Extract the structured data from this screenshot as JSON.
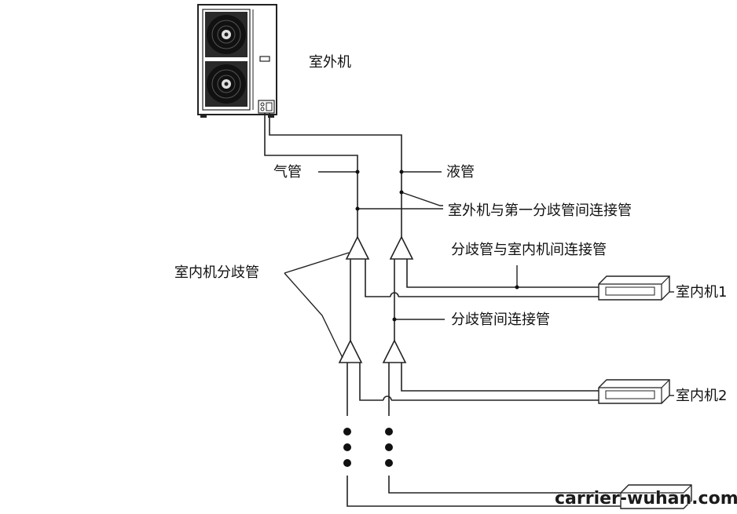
{
  "labels": {
    "outdoor_unit": "室外机",
    "gas_pipe": "气管",
    "liquid_pipe": "液管",
    "outdoor_to_first_branch": "室外机与第一分歧管间连接管",
    "branch_to_indoor": "分歧管与室内机间连接管",
    "indoor_branch_pipe": "室内机分歧管",
    "between_branches": "分歧管间连接管",
    "indoor_unit_1": "室内机1",
    "indoor_unit_2": "室内机2",
    "watermark": "carrier-wuhan.com"
  }
}
